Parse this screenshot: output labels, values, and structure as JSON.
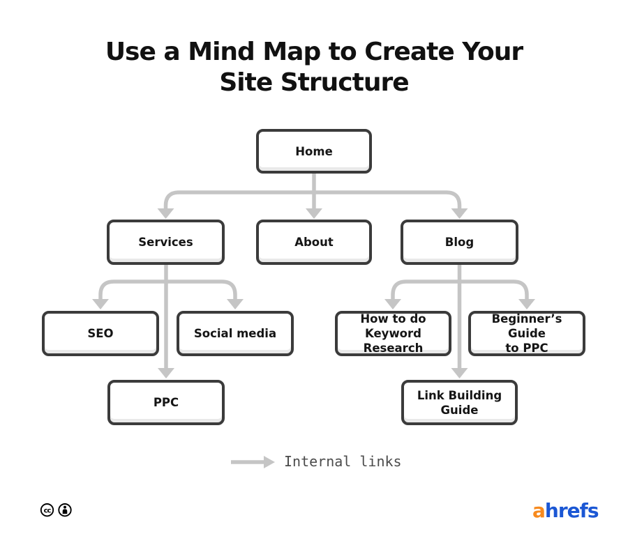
{
  "title": {
    "text": "Use a Mind Map to Create Your Site Structure",
    "lines": [
      "Use a Mind Map to Create Your",
      "Site Structure"
    ]
  },
  "nodes": {
    "home": {
      "label": "Home",
      "lines": [
        "Home"
      ]
    },
    "services": {
      "label": "Services",
      "lines": [
        "Services"
      ]
    },
    "about": {
      "label": "About",
      "lines": [
        "About"
      ]
    },
    "blog": {
      "label": "Blog",
      "lines": [
        "Blog"
      ]
    },
    "seo": {
      "label": "SEO",
      "lines": [
        "SEO"
      ]
    },
    "social_media": {
      "label": "Social media",
      "lines": [
        "Social media"
      ]
    },
    "keyword_research": {
      "label": "How to do Keyword Research",
      "lines": [
        "How to do",
        "Keyword Research"
      ]
    },
    "beginners_guide_ppc": {
      "label": "Beginner’s Guide to PPC",
      "lines": [
        "Beginner’s Guide",
        "to PPC"
      ]
    },
    "ppc": {
      "label": "PPC",
      "lines": [
        "PPC"
      ]
    },
    "link_building_guide": {
      "label": "Link Building Guide",
      "lines": [
        "Link Building",
        "Guide"
      ]
    }
  },
  "edges": [
    {
      "from": "Home",
      "to": "Services"
    },
    {
      "from": "Home",
      "to": "About"
    },
    {
      "from": "Home",
      "to": "Blog"
    },
    {
      "from": "Services",
      "to": "SEO"
    },
    {
      "from": "Services",
      "to": "Social media"
    },
    {
      "from": "Services",
      "to": "PPC"
    },
    {
      "from": "Blog",
      "to": "How to do Keyword Research"
    },
    {
      "from": "Blog",
      "to": "Beginner’s Guide to PPC"
    },
    {
      "from": "Blog",
      "to": "Link Building Guide"
    }
  ],
  "legend": {
    "label": "Internal links",
    "arrow_meaning": "Internal links"
  },
  "footer": {
    "license_icons": [
      "cc-icon",
      "attribution-icon"
    ],
    "brand": {
      "first_letter": "a",
      "rest": "hrefs"
    }
  },
  "colors": {
    "background": "#ffffff",
    "box_border": "#3b3b3b",
    "box_inner_shadow": "#e9e9e9",
    "connector": "#c5c5c5",
    "title_text": "#111111",
    "legend_text": "#4b4b4b",
    "brand_orange": "#f78a1e",
    "brand_blue": "#1b57d4"
  }
}
